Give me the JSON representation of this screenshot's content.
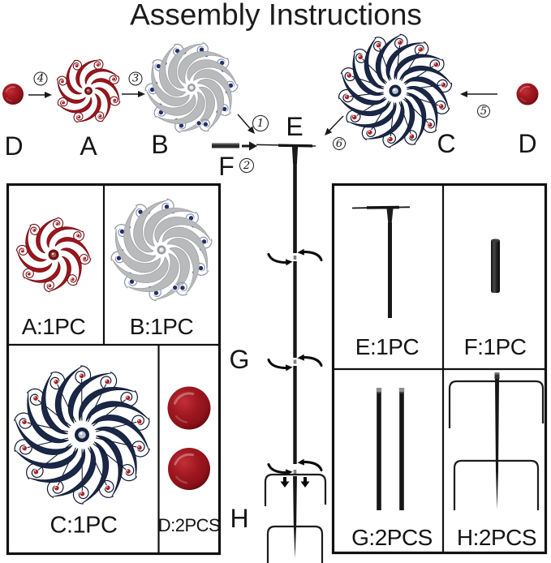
{
  "title": "Assembly Instructions",
  "steps": {
    "s1": "1",
    "s2": "2",
    "s3": "3",
    "s4": "4",
    "s5": "5",
    "s6": "6"
  },
  "top_labels": {
    "d_left": "D",
    "a": "A",
    "b": "B",
    "e": "E",
    "f": "F",
    "c": "C",
    "d_right": "D",
    "g": "G",
    "h": "H"
  },
  "parts_list": {
    "a": "A:1PC",
    "b": "B:1PC",
    "c": "C:1PC",
    "d": "D:2PCS",
    "e": "E:1PC",
    "f": "F:1PC",
    "g": "G:2PCS",
    "h": "H:2PCS"
  },
  "colors": {
    "ink": "#1a1a1a",
    "crimson": "#9c151c",
    "crimson_dark": "#6f0f14",
    "silver": "#b9babc",
    "silver_dark": "#9b9c9f",
    "steel_curl": "#8b93ad",
    "navy": "#1a2747",
    "navy_dark": "#0f1830",
    "navy_bead": "#232f6e",
    "red_bead": "#aa1f26",
    "ball_red": "#a01820",
    "ball_rim": "#5e0a0e",
    "pole_black": "#141414",
    "nub_gray": "#9a9a9a"
  }
}
